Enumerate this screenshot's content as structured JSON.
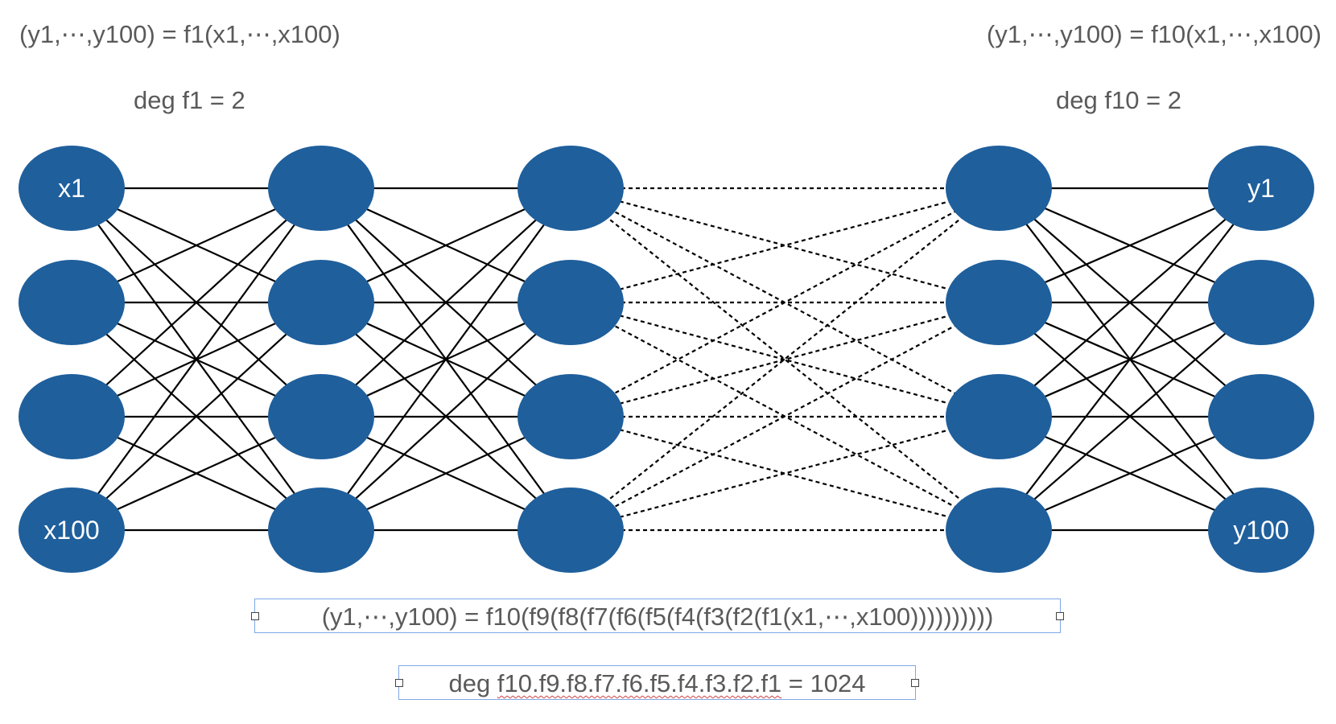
{
  "labels": {
    "eq_first": "(y1,⋯,y100) = f1(x1,⋯,x100)",
    "deg_first": "deg f1 = 2",
    "eq_last": "(y1,⋯,y100) = f10(x1,⋯,x100)",
    "deg_last": "deg f10 = 2"
  },
  "composite_equation": "(y1,⋯,y100) = f10(f9(f8(f7(f6(f5(f4(f3(f2(f1(x1,⋯,x100))))))))))",
  "degree": {
    "prefix": "deg ",
    "composition": "f10.f9.f8.f7.f6.f5.f4.f3.f2.f1",
    "suffix": " = 1024"
  },
  "network": {
    "node_color": "#1f5f9c",
    "node_text_color": "#ffffff",
    "edge_color": "#000000",
    "layers": [
      [
        "x1",
        "",
        "",
        "x100"
      ],
      [
        "",
        "",
        "",
        ""
      ],
      [
        "",
        "",
        "",
        ""
      ],
      [
        "",
        "",
        "",
        ""
      ],
      [
        "y1",
        "",
        "",
        "y100"
      ]
    ],
    "connections": [
      "solid",
      "solid",
      "dotted",
      "solid"
    ]
  }
}
